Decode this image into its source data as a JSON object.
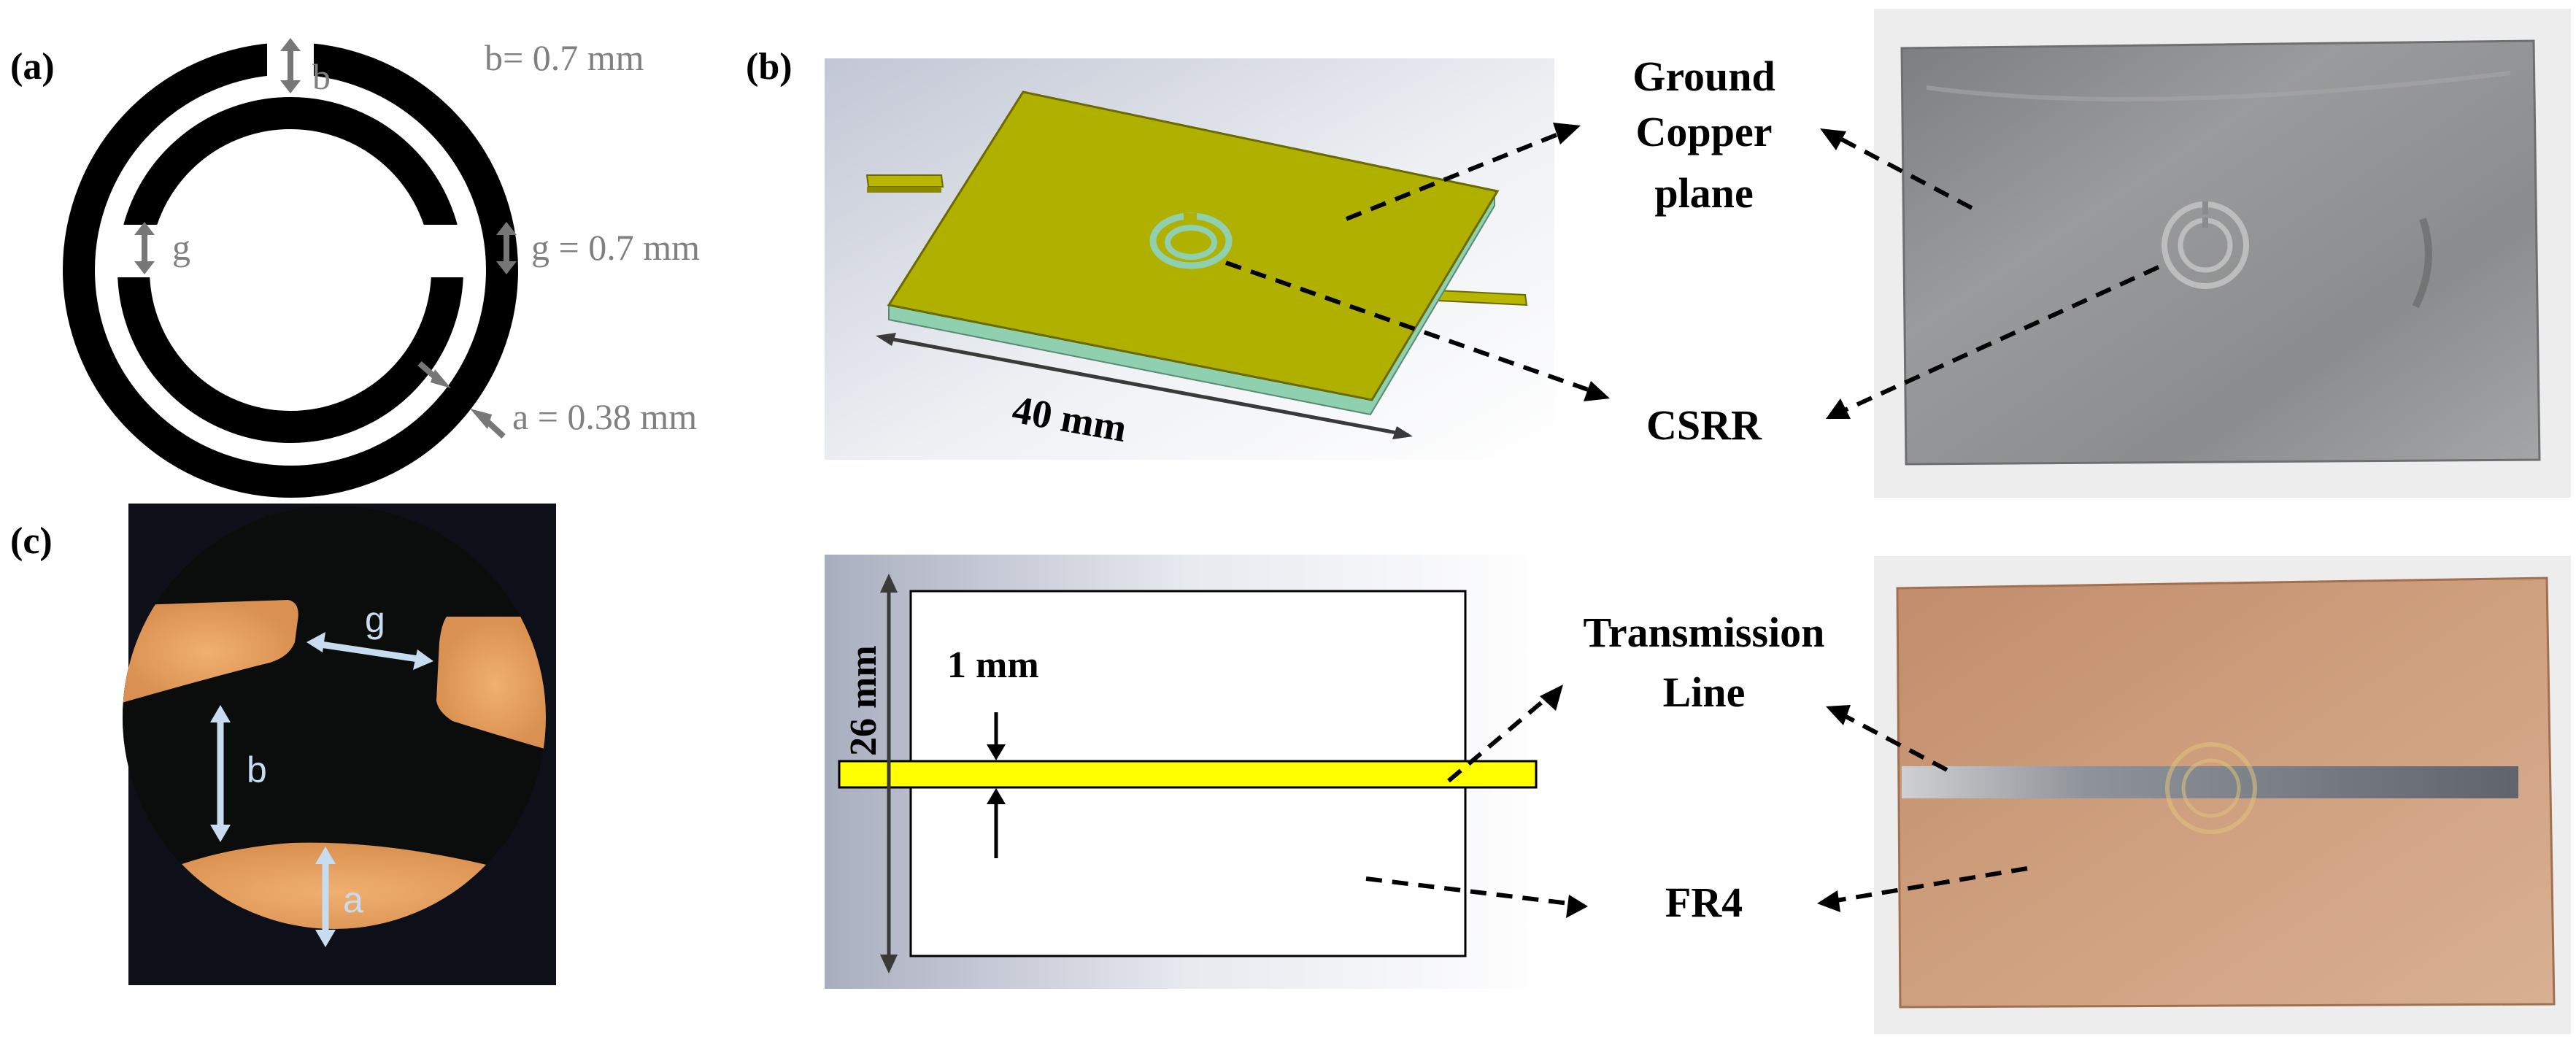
{
  "panels": {
    "a": {
      "label": "(a)",
      "dims": {
        "b": "b",
        "b_value": "b= 0.7 mm",
        "g": "g",
        "g_value": "g = 0.7 mm",
        "a_value": "a = 0.38 mm"
      }
    },
    "b": {
      "label": "(b)",
      "width_label": "40 mm",
      "height_label": "26 mm",
      "line_width_label": "1 mm",
      "callouts": {
        "ground_line1": "Ground",
        "ground_line2": "Copper",
        "ground_line3": "plane",
        "csrr": "CSRR",
        "tline_line1": "Transmission",
        "tline_line2": "Line",
        "substrate": "FR4"
      }
    },
    "c": {
      "label": "(c)",
      "dims": {
        "g": "g",
        "b": "b",
        "a": "a"
      }
    }
  },
  "colors": {
    "ring": "#000000",
    "dim_gray": "#808080",
    "copper_yellow": "#b0b000",
    "substrate_green": "#8fd0b0",
    "trace_yellow": "#ffff00",
    "micro_copper": "#e8a860",
    "micro_arrow": "#c8dcf0",
    "photo_metal": "#8a8a8a",
    "photo_fr4": "#c99a7a"
  }
}
